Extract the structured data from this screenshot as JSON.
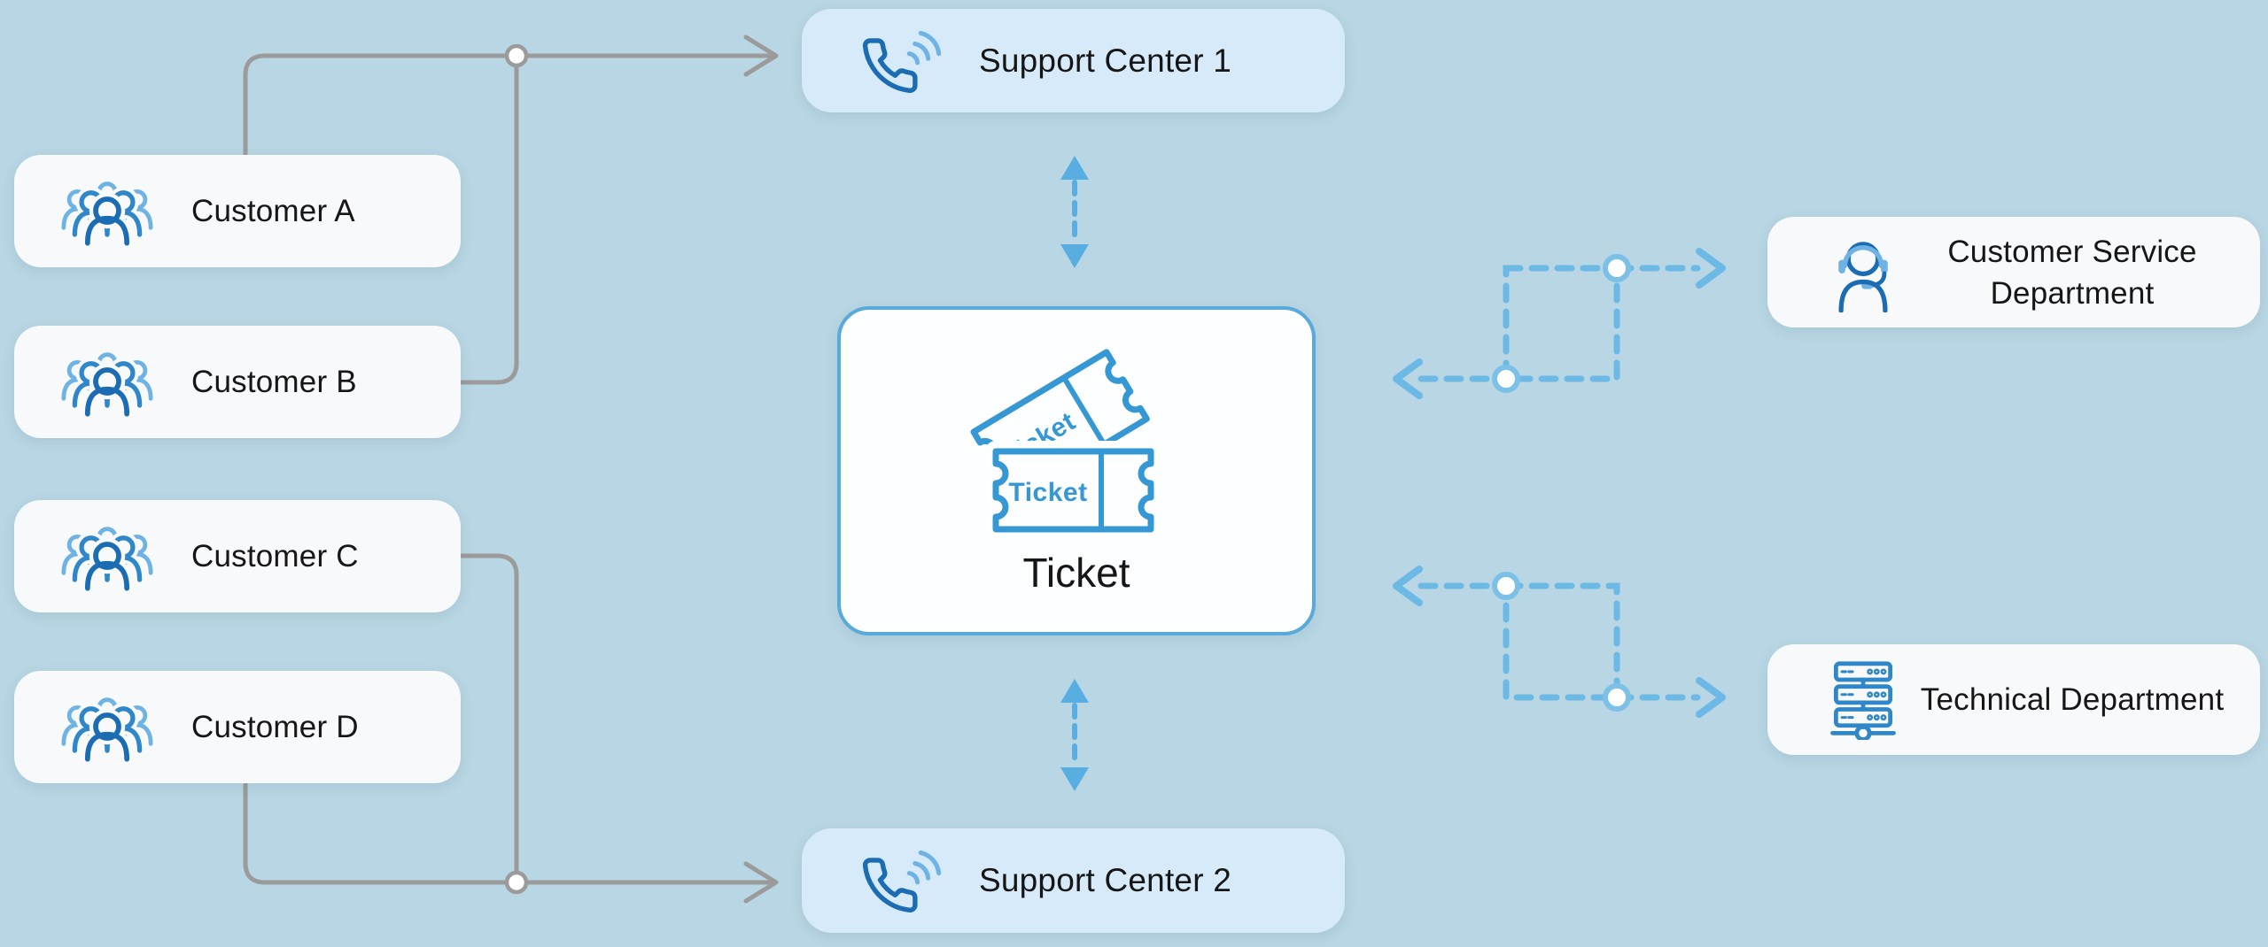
{
  "colors": {
    "background": "#b8d6e3",
    "node_white": "#f7f9fa",
    "support_fill": "#d6eafa",
    "ticket_fill": "#fcfeff",
    "ticket_border": "#59a9da",
    "ticket_blue": "#3597d4",
    "gray_line": "#9b9b9b",
    "dashed_blue": "#6cb9e6",
    "node_ring": "#7cc0e8",
    "arrow_blue": "#58ade1",
    "icon_dark": "#1b6cb3",
    "icon_mid": "#2f86c9",
    "icon_light": "#6fb3e5",
    "text": "#161616"
  },
  "customers": [
    {
      "label": "Customer A"
    },
    {
      "label": "Customer B"
    },
    {
      "label": "Customer C"
    },
    {
      "label": "Customer D"
    }
  ],
  "support_centers": [
    {
      "label": "Support Center 1"
    },
    {
      "label": "Support Center 2"
    }
  ],
  "ticket": {
    "caption": "Ticket",
    "icon_label": "Ticket"
  },
  "departments": [
    {
      "label": "Customer Service Department"
    },
    {
      "label": "Technical Department"
    }
  ],
  "icons": {
    "customer": "group-icon",
    "support_center": "phone-icon",
    "ticket": "ticket-icon",
    "customer_service": "headset-icon",
    "technical": "server-icon"
  }
}
